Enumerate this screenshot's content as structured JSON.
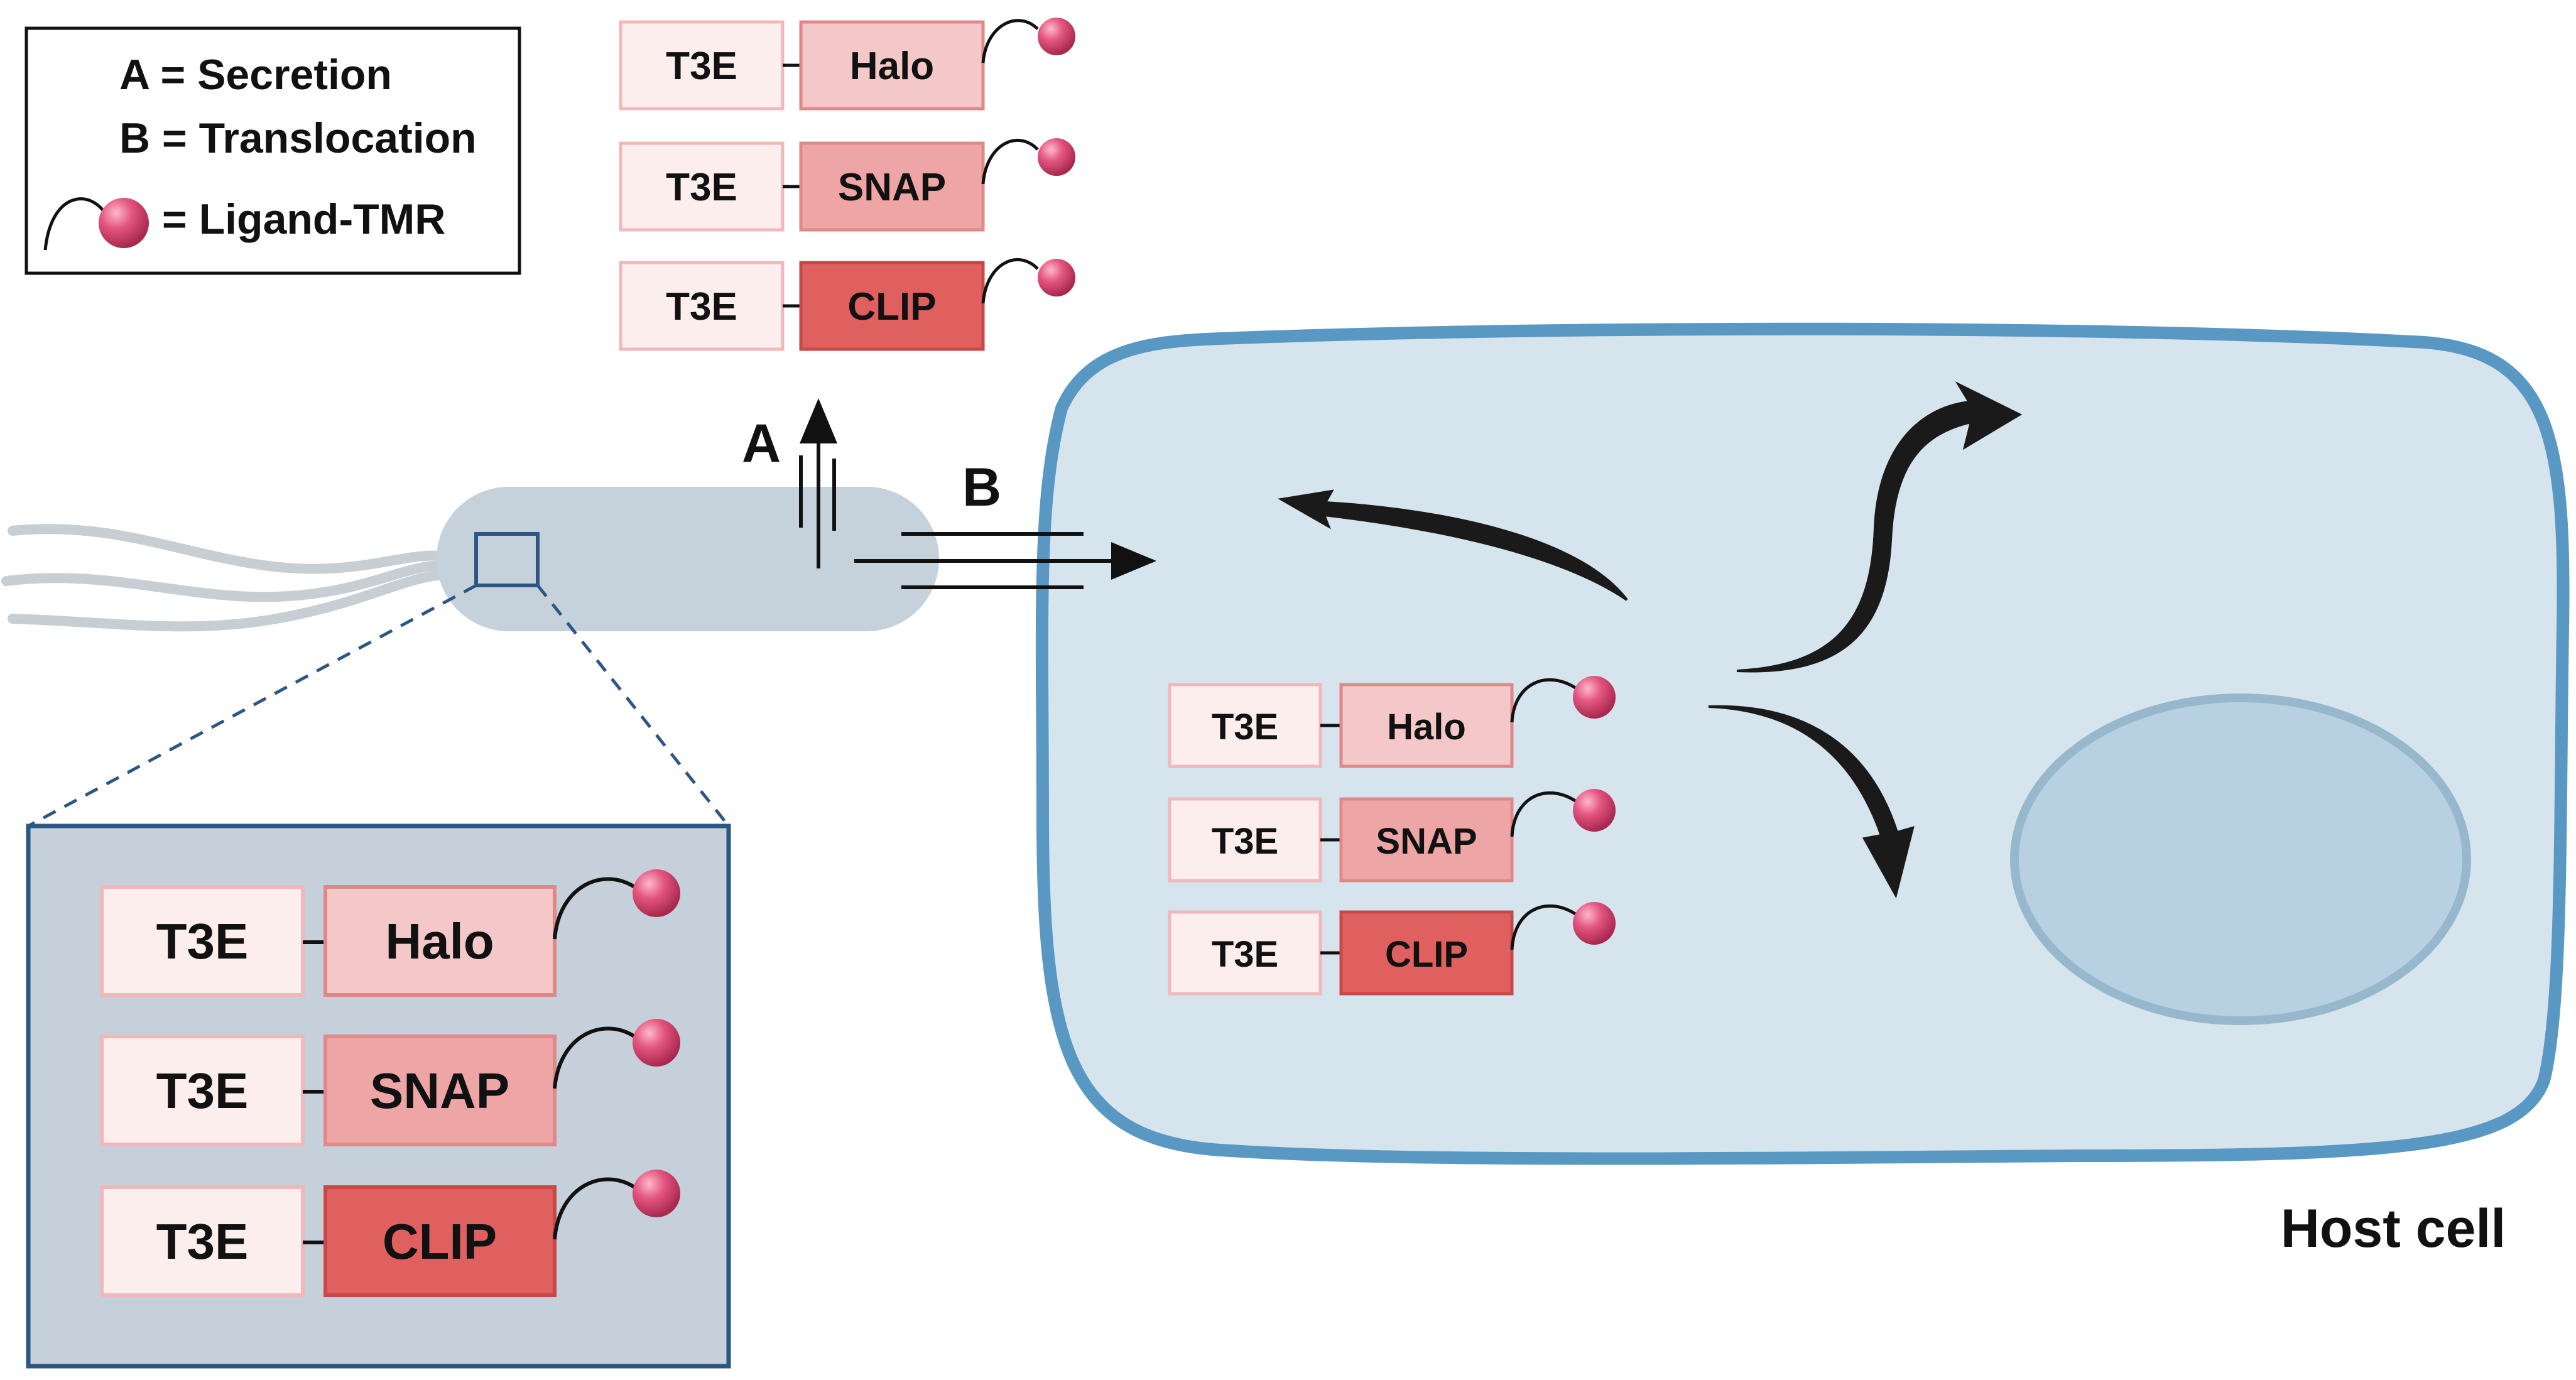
{
  "legend": {
    "secretion_label": "A = Secretion",
    "translocation_label": "B = Translocation",
    "ligand_label": "= Ligand-TMR"
  },
  "constructs": [
    {
      "effector": "T3E",
      "tag": "Halo"
    },
    {
      "effector": "T3E",
      "tag": "SNAP"
    },
    {
      "effector": "T3E",
      "tag": "CLIP"
    }
  ],
  "arrows": {
    "secretion_letter": "A",
    "translocation_letter": "B"
  },
  "host_cell_label": "Host cell",
  "colors": {
    "t3e_fill": "#fdeeee",
    "t3e_stroke": "#f0b8b8",
    "halo_fill": "#f4c8c8",
    "snap_fill": "#eea5a5",
    "clip_fill": "#e06060",
    "tag_stroke": "#e08888",
    "ligand": "#e0507a",
    "bacterium": "#c5d2dc",
    "inset_bg": "#c5d0da",
    "inset_border": "#2d5682",
    "cell_fill": "#d6e4ee",
    "cell_border": "#5a98c4",
    "nucleus_fill": "#b7d1e2",
    "nucleus_border": "#97b8cc"
  }
}
